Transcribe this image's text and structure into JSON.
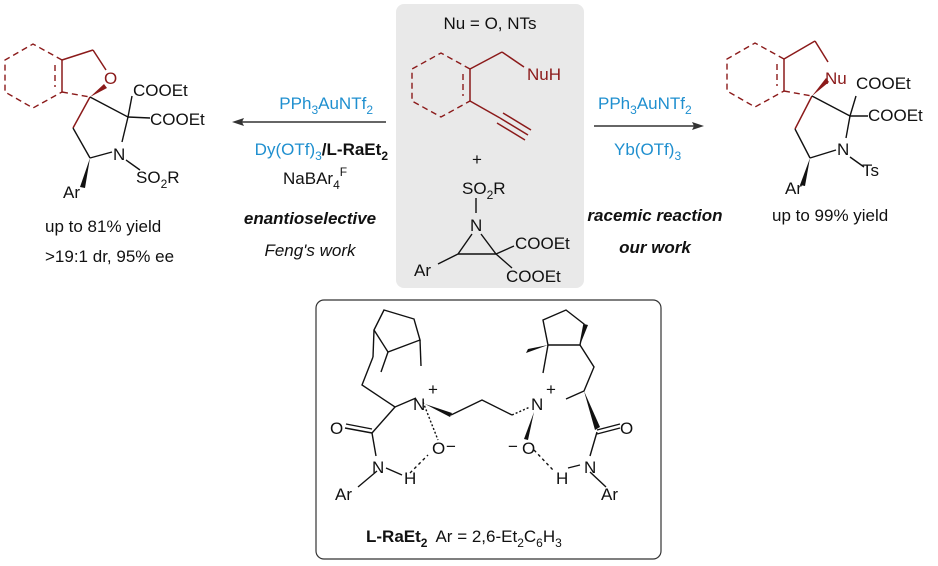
{
  "colors": {
    "reagent": "#1f8fcf",
    "highlight": "#8b1a1a",
    "panel": "#e9e9e9"
  },
  "center": {
    "nu_definition": "Nu = O, NTs",
    "substrate_group": "NuH",
    "plus": "+",
    "aziridine": {
      "n_sub_prefix": "SO",
      "n_sub_index": "2",
      "n_sub_suffix": "R",
      "n_atom": "N",
      "ester1": "COOEt",
      "ester2": "COOEt",
      "aryl": "Ar"
    }
  },
  "left_reaction": {
    "reagent1": {
      "main": "PPh",
      "sub1": "3",
      "mid": "AuNTf",
      "sub2": "2"
    },
    "reagent2": {
      "blue": "Dy(OTf)",
      "blue_sub": "3",
      "slash": "/",
      "ligand": "L-RaEt",
      "ligand_sub": "2"
    },
    "additive": {
      "main": "NaBAr",
      "sub": "4",
      "sup": "F"
    },
    "type": "enantioselective",
    "attribution": "Feng's work",
    "product": {
      "o_atom": "O",
      "ester1": "COOEt",
      "ester2": "COOEt",
      "n_atom": "N",
      "n_sub_prefix": "SO",
      "n_sub_index": "2",
      "n_sub_suffix": "R",
      "aryl": "Ar"
    },
    "yield": "up to 81% yield",
    "selectivity": ">19:1 dr, 95% ee"
  },
  "right_reaction": {
    "reagent1": {
      "main": "PPh",
      "sub1": "3",
      "mid": "AuNTf",
      "sub2": "2"
    },
    "reagent2": {
      "main": "Yb(OTf)",
      "sub": "3"
    },
    "type": "racemic reaction",
    "attribution": "our work",
    "product": {
      "nu_atom": "Nu",
      "ester1": "COOEt",
      "ester2": "COOEt",
      "n_atom": "N",
      "n_sub": "Ts",
      "aryl": "Ar"
    },
    "yield": "up to 99% yield"
  },
  "ligand_box": {
    "plus": "+",
    "o_atom": "O",
    "n_atom": "N",
    "h_atom": "H",
    "minus": "−",
    "aryl": "Ar",
    "name": "L-RaEt",
    "name_sub": "2",
    "ar_def_prefix": "Ar = 2,6-Et",
    "ar_sub1": "2",
    "ar_mid": "C",
    "ar_sub2": "6",
    "ar_mid2": "H",
    "ar_sub3": "3"
  }
}
